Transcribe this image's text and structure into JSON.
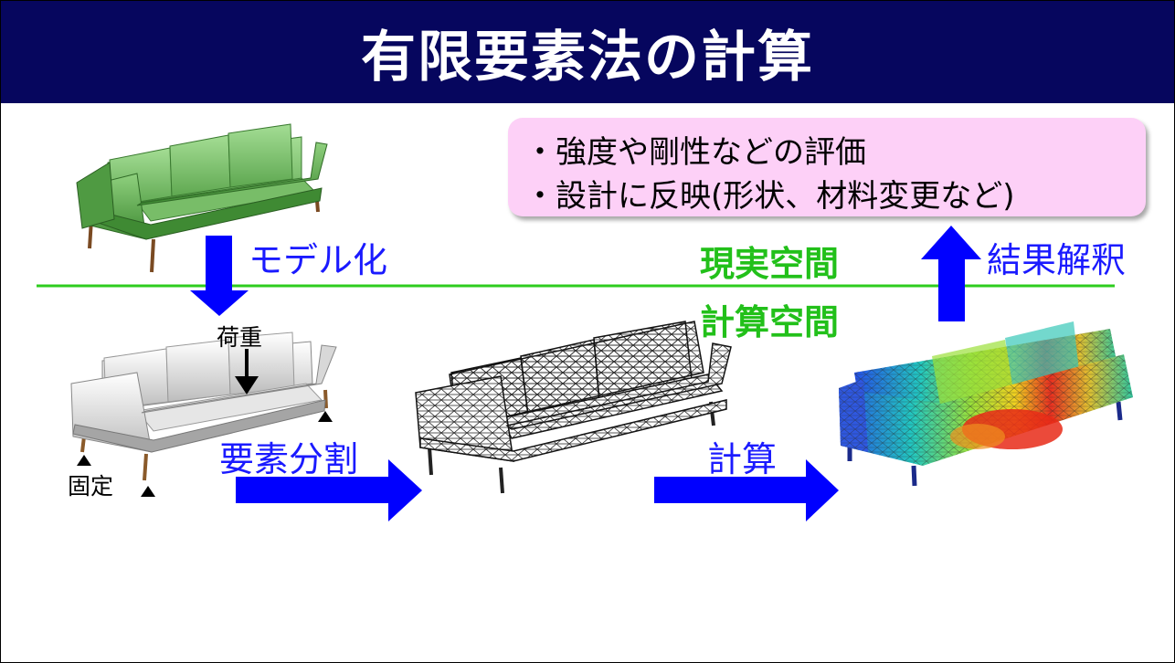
{
  "title": "有限要素法の計算",
  "evaluation_box": {
    "items": [
      "・強度や剛性などの評価",
      "・設計に反映(形状、材料変更など)"
    ]
  },
  "labels": {
    "modeling": "モデル化",
    "real_space": "現実空間",
    "compute_space": "計算空間",
    "interpretation": "結果解釈",
    "load": "荷重",
    "fixed": "固定",
    "meshing": "要素分割",
    "compute": "計算"
  },
  "colors": {
    "title_bg": "#06065e",
    "arrow_blue": "#0000ff",
    "divider_green": "#2ecc1e",
    "box_pink": "#fdd0f7"
  },
  "images": {
    "real_sofa": "green-sofa-illustration",
    "model_sofa": "white-sofa-model",
    "mesh_sofa": "meshed-sofa-wireframe",
    "result_sofa": "stress-contour-sofa"
  }
}
